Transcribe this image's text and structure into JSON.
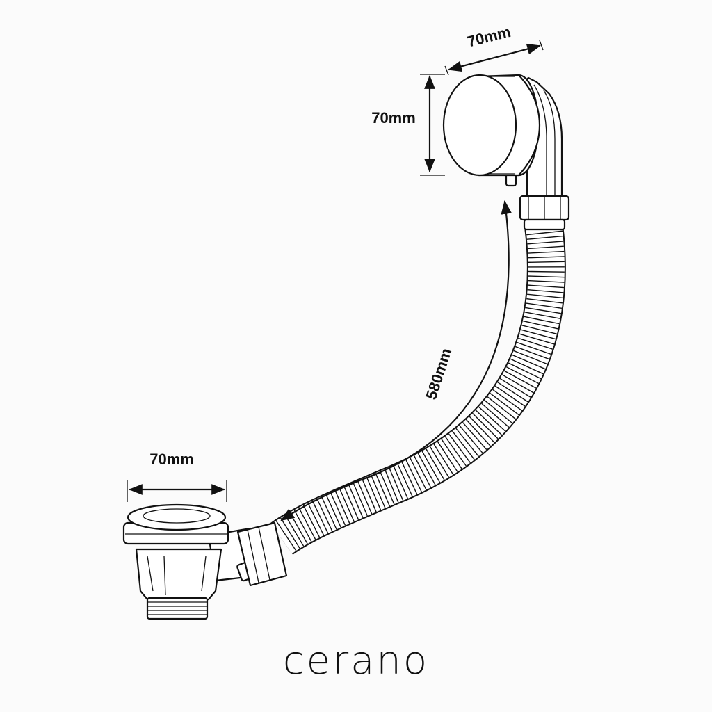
{
  "dimensions": {
    "top_width": "70mm",
    "top_height": "70mm",
    "hose_length": "580mm",
    "bottom_width": "70mm"
  },
  "brand": "cerano"
}
